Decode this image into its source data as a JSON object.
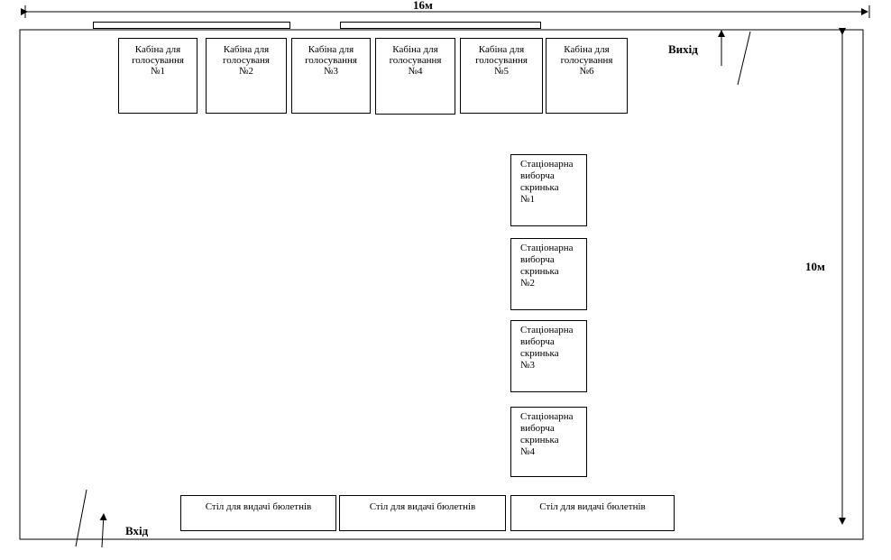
{
  "dimensions": {
    "width": "16м",
    "height": "10м"
  },
  "labels": {
    "exit": "Вихід",
    "entrance": "Вхід"
  },
  "booths": [
    {
      "line1": "Кабіна для",
      "line2": "голосування",
      "line3": "№1"
    },
    {
      "line1": "Кабіна для",
      "line2": "голосуваня",
      "line3": "№2"
    },
    {
      "line1": "Кабіна для",
      "line2": "голосування",
      "line3": "№3"
    },
    {
      "line1": "Кабіна для",
      "line2": "голосування",
      "line3": "№4"
    },
    {
      "line1": "Кабіна для",
      "line2": "голосування",
      "line3": "№5"
    },
    {
      "line1": "Кабіна для",
      "line2": "голосування",
      "line3": "№6"
    }
  ],
  "urns": [
    {
      "line1": "Стаціонарна",
      "line2": "виборча",
      "line3": "скринька",
      "line4": "№1"
    },
    {
      "line1": "Стаціонарна",
      "line2": "виборча",
      "line3": "скринька",
      "line4": "№2"
    },
    {
      "line1": "Стаціонарна",
      "line2": "виборча",
      "line3": "скринька",
      "line4": "№3"
    },
    {
      "line1": "Стаціонарна",
      "line2": "виборча",
      "line3": "скринька",
      "line4": "№4"
    }
  ],
  "tables": [
    {
      "label": "Стіл для видачі бюлетнів"
    },
    {
      "label": "Стіл для видачі бюлетнів"
    },
    {
      "label": "Стіл для видачі бюлетнів"
    }
  ]
}
